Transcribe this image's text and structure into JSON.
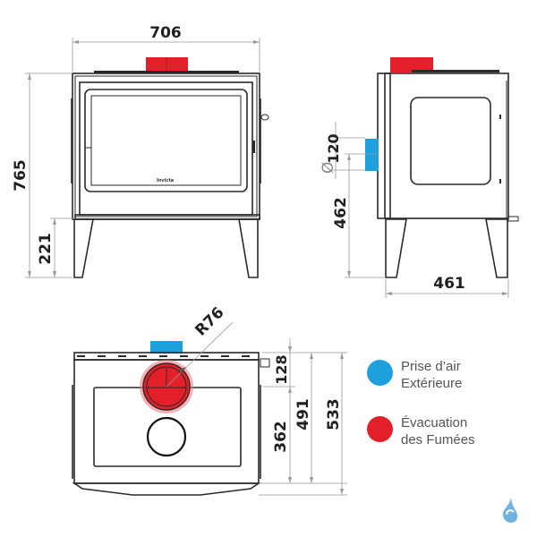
{
  "front_view": {
    "width_label": "706",
    "height_label": "765",
    "leg_height_label": "221",
    "logo_text": "Invicta"
  },
  "side_view": {
    "air_inlet_diameter_label": "120",
    "diameter_symbol": "Ø",
    "inlet_height_label": "462",
    "depth_label": "461"
  },
  "top_view": {
    "flue_radius_label": "R76",
    "flue_offset_label": "128",
    "dim_362_label": "362",
    "dim_491_label": "491",
    "dim_533_label": "533"
  },
  "legend": {
    "items": [
      {
        "line1": "Prise d’air",
        "line2": "Extérieure",
        "color": "#1ea0dc"
      },
      {
        "line1": "Évacuation",
        "line2": "des Fumées",
        "color": "#e3202a"
      }
    ]
  },
  "colors": {
    "flue": "#e3202a",
    "air_inlet": "#1ea0dc",
    "outline": "#2a2a2a",
    "dimension": "#9a9a9a"
  },
  "brand_icon": "water-drop-icon"
}
